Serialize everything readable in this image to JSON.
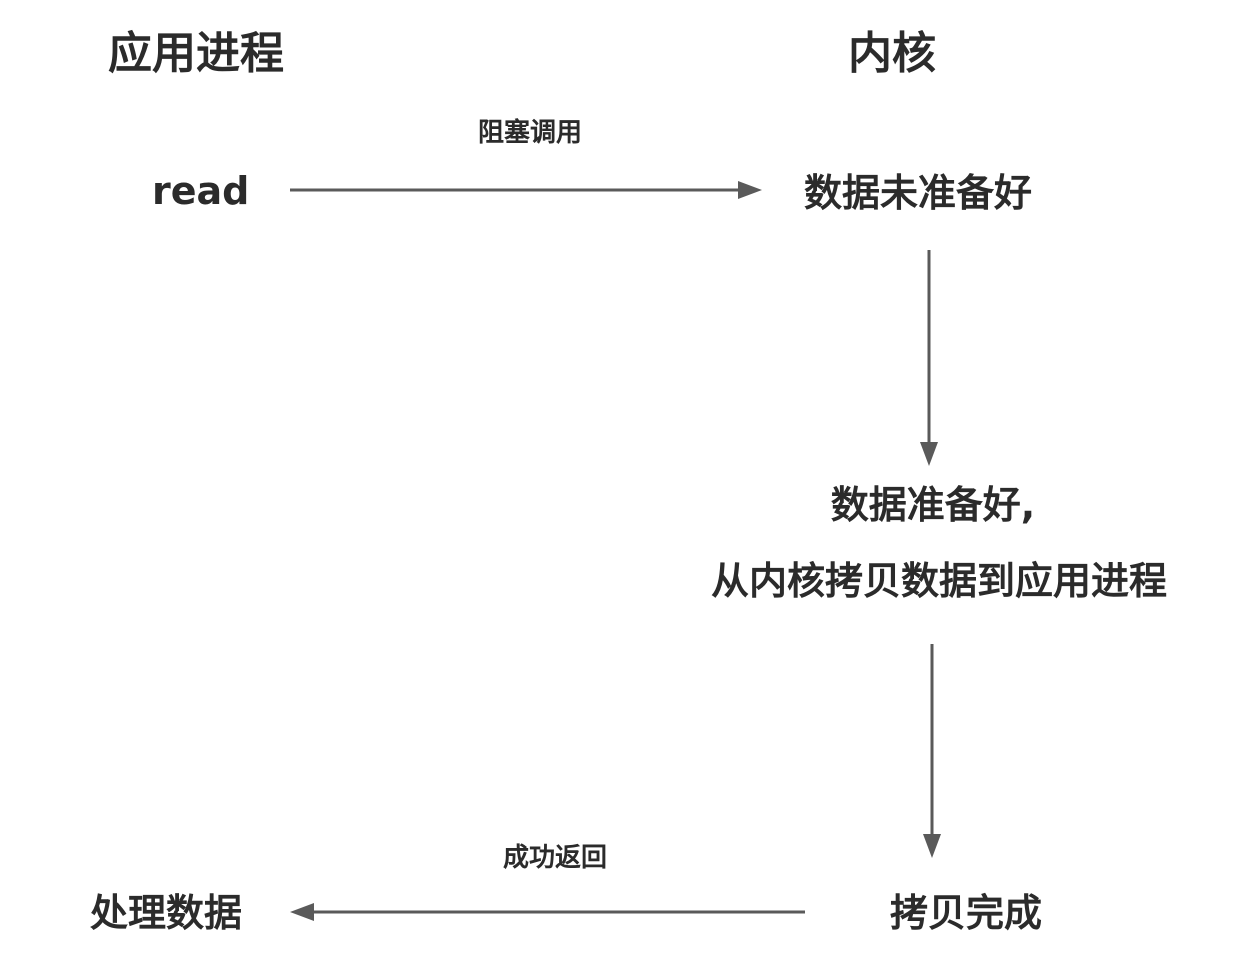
{
  "headers": {
    "app_process": "应用进程",
    "kernel": "内核"
  },
  "nodes": {
    "read": "read",
    "data_not_ready": "数据未准备好",
    "data_ready_line1": "数据准备好,",
    "data_ready_line2": "从内核拷贝数据到应用进程",
    "copy_done": "拷贝完成",
    "process_data": "处理数据"
  },
  "edges": {
    "blocking_call": "阻塞调用",
    "success_return": "成功返回"
  }
}
